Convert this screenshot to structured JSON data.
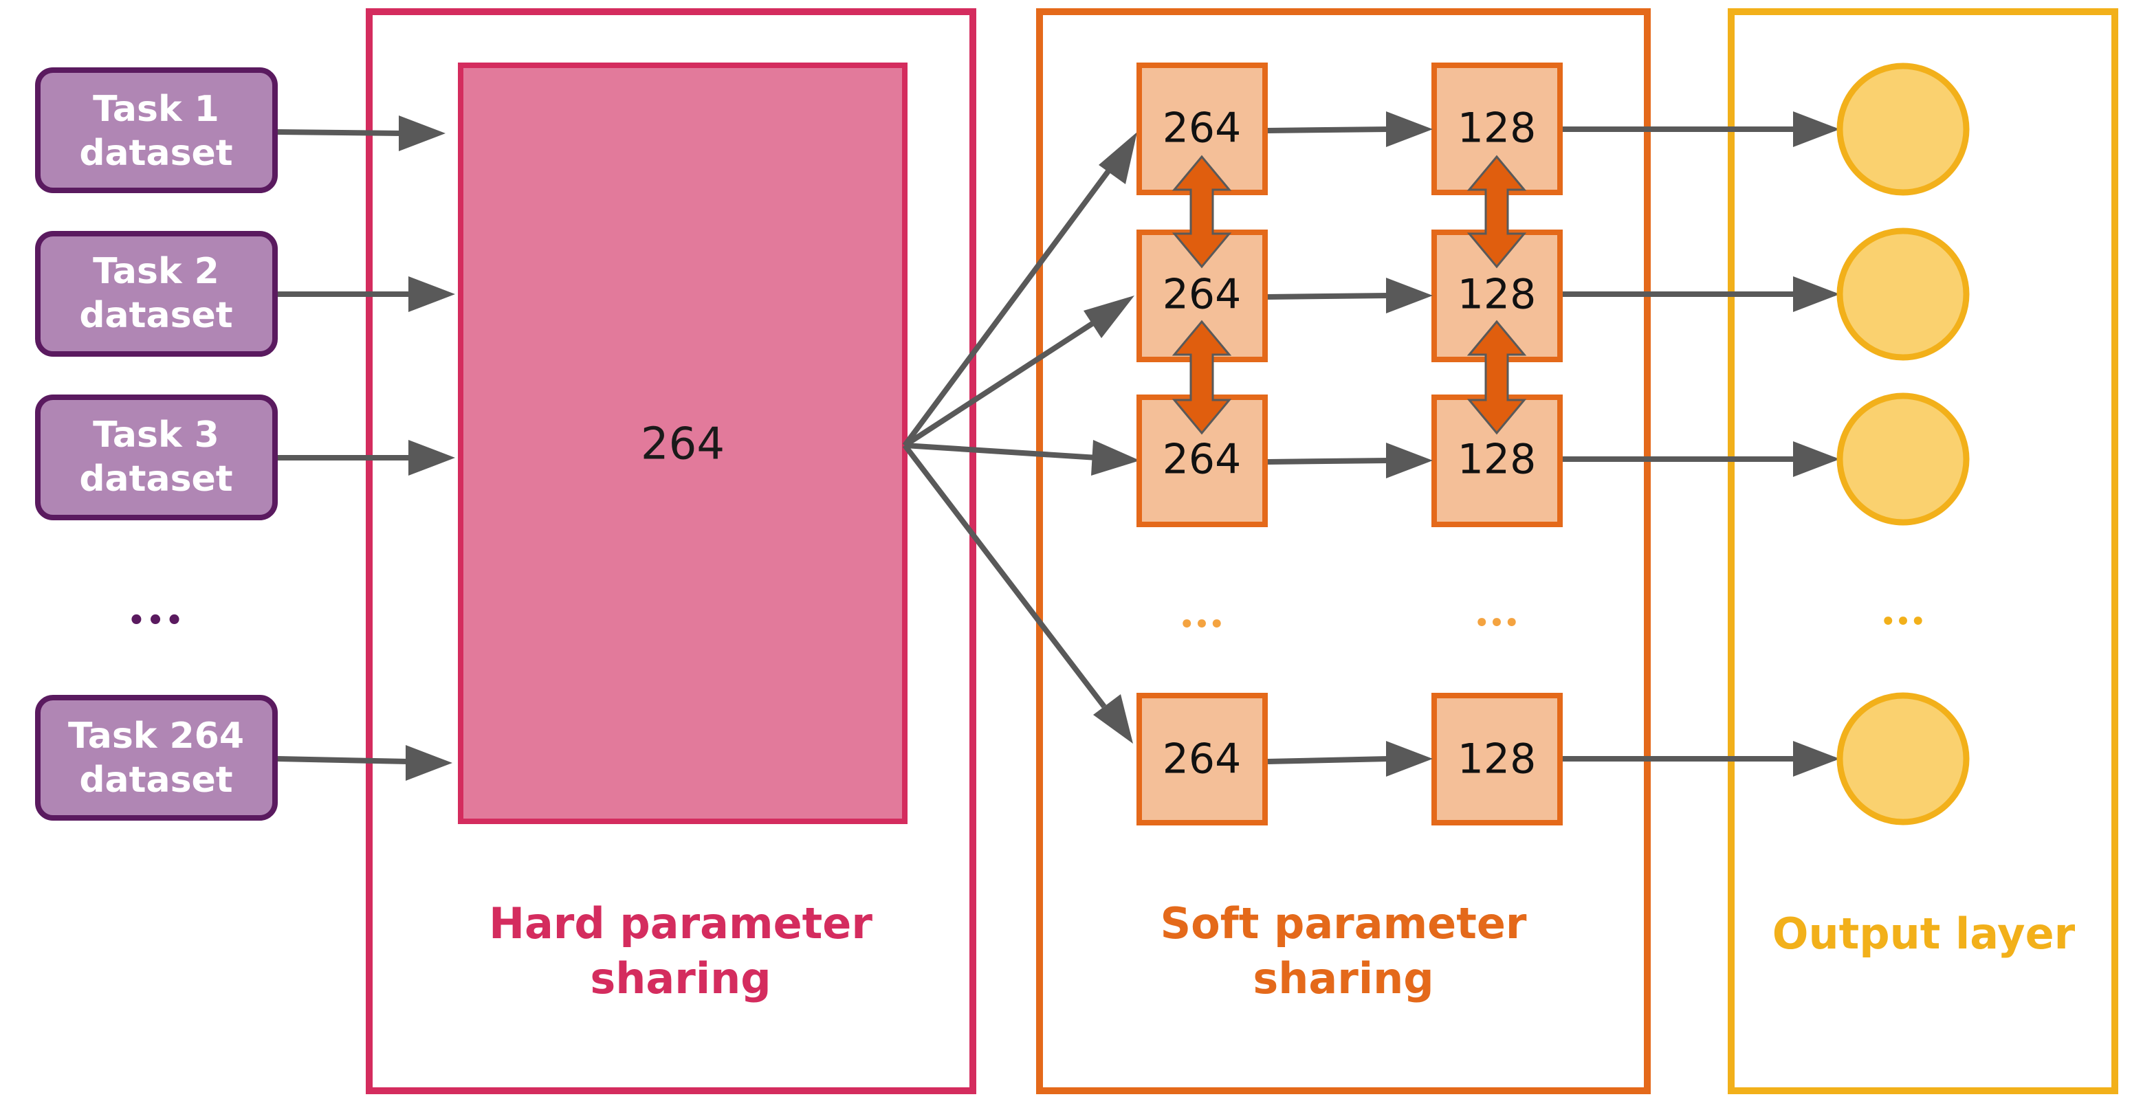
{
  "colors": {
    "task_fill": "#b086b4",
    "task_border": "#5a1a5f",
    "hard_border": "#d42c5e",
    "hard_fill": "#e27a9b",
    "soft_border": "#e4691a",
    "soft_fill": "#f4bf98",
    "output_border": "#f2b01a",
    "output_fill": "#fad16f",
    "arrow": "#595959",
    "double_arrow": "#e05e0e",
    "dots_task": "#5a1a5f",
    "dots_soft": "#f4a340",
    "dots_output": "#f2b01a"
  },
  "tasks": [
    {
      "line1": "Task 1",
      "line2": "dataset"
    },
    {
      "line1": "Task 2",
      "line2": "dataset"
    },
    {
      "line1": "Task 3",
      "line2": "dataset"
    },
    {
      "line1": "Task 264",
      "line2": "dataset"
    }
  ],
  "task_ellipsis": "•••",
  "hard_block": {
    "value": "264",
    "label_line1": "Hard parameter",
    "label_line2": "sharing"
  },
  "soft_block": {
    "label_line1": "Soft parameter",
    "label_line2": "sharing",
    "ellipsis": "•••",
    "rows": [
      {
        "a": "264",
        "b": "128"
      },
      {
        "a": "264",
        "b": "128"
      },
      {
        "a": "264",
        "b": "128"
      },
      {
        "a": "264",
        "b": "128"
      }
    ]
  },
  "output_block": {
    "label": "Output layer",
    "ellipsis": "•••"
  }
}
